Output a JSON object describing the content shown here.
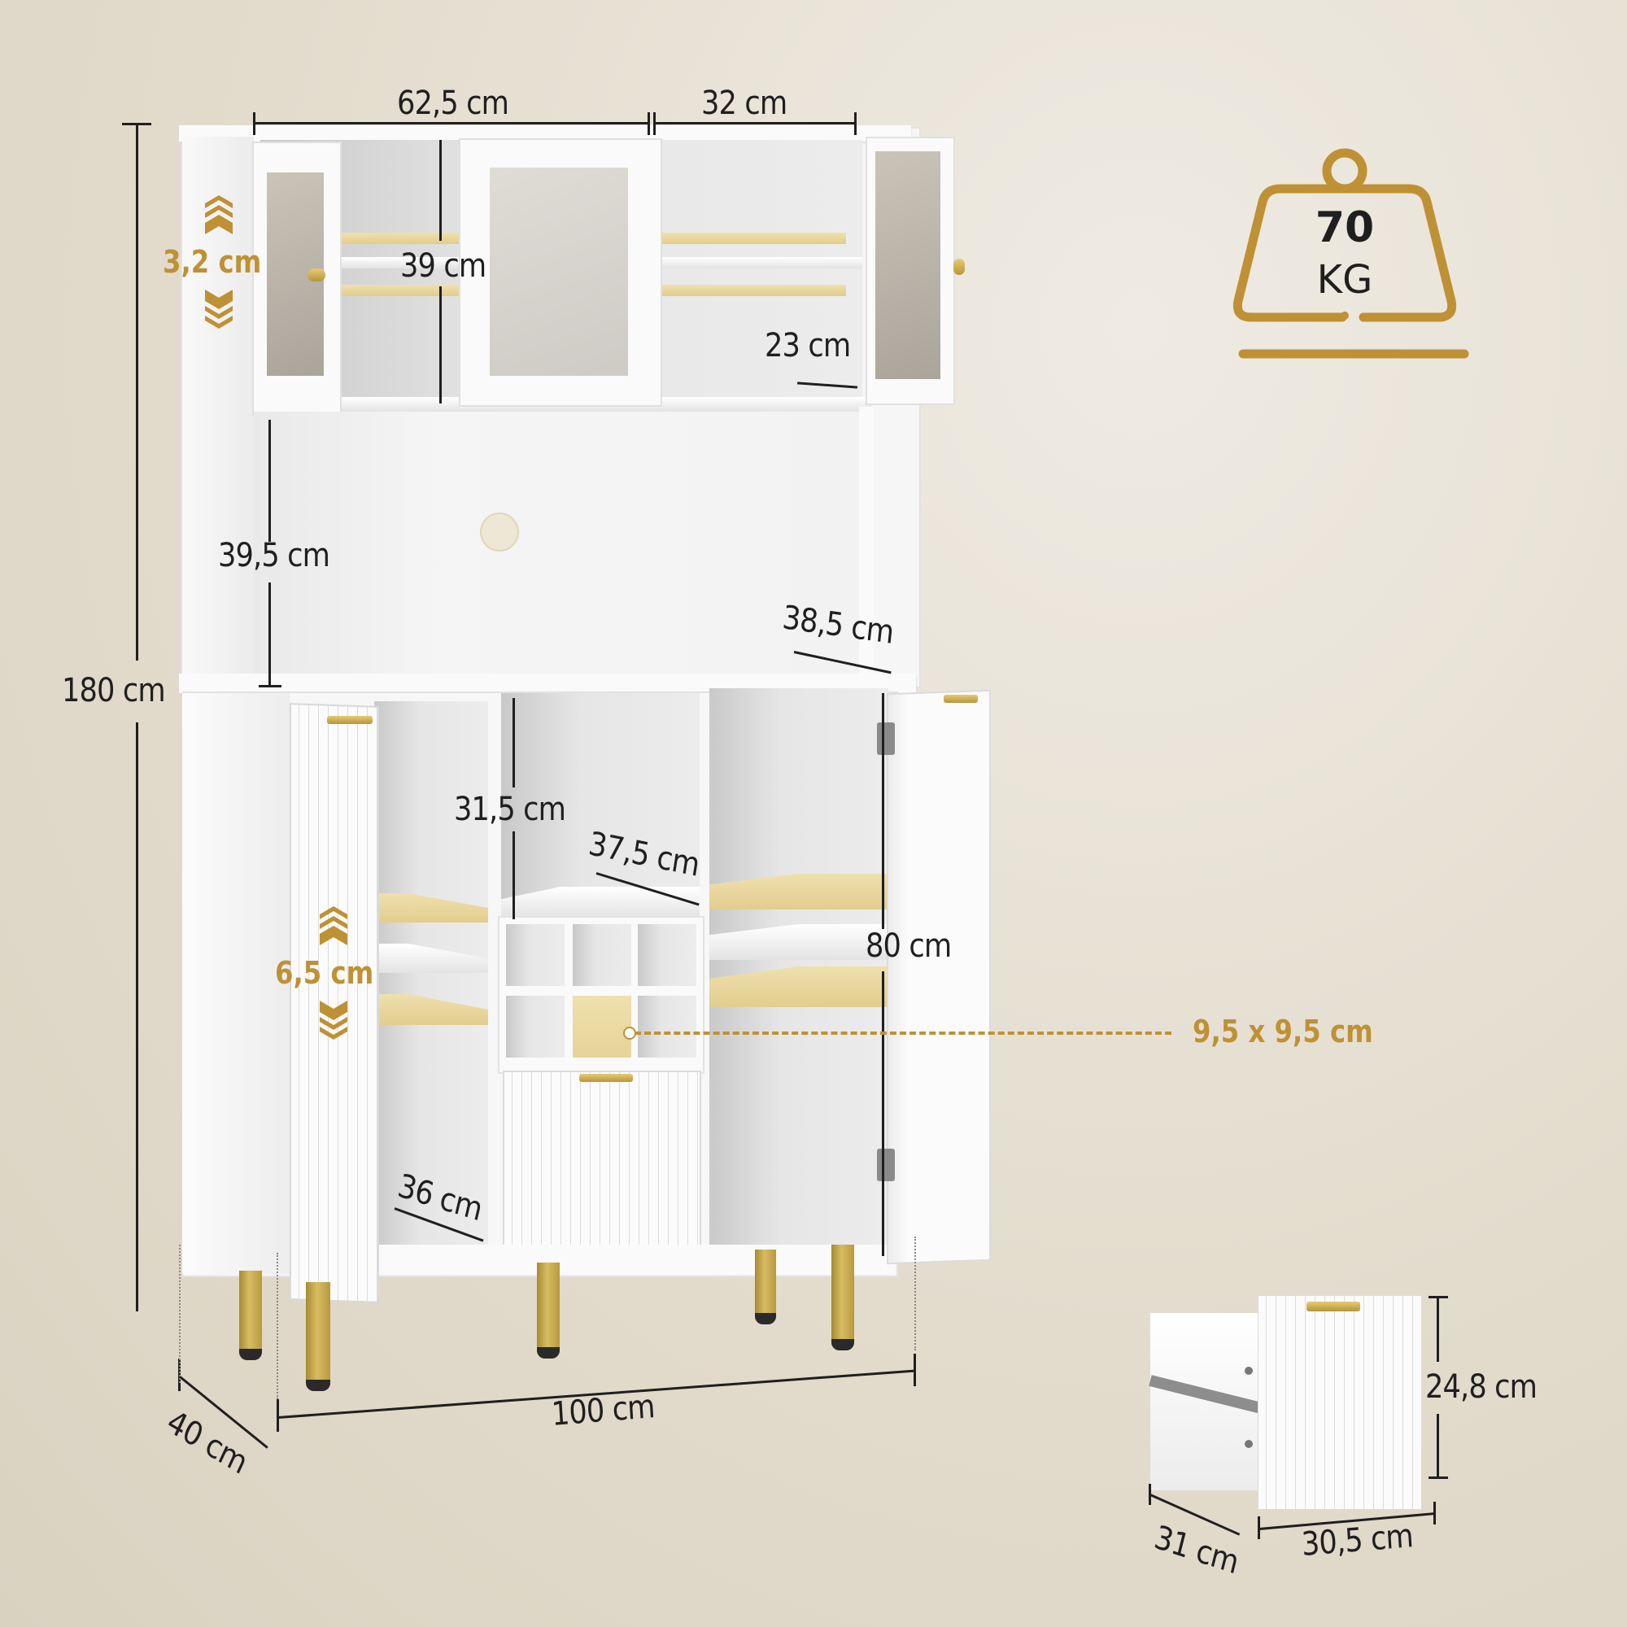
{
  "product": {
    "type": "kitchen pantry cabinet with hutch",
    "color": "#fafafa",
    "accent_color": "#bf9135",
    "background_color": "#e3dccd"
  },
  "dimensions": {
    "top_left_section_width": "62,5 cm",
    "top_right_section_width": "32 cm",
    "upper_cabinet_height": "39 cm",
    "upper_shelf_adjust": "3,2 cm",
    "upper_depth": "23 cm",
    "open_shelf_height": "39,5 cm",
    "open_shelf_depth": "38,5 cm",
    "total_height": "180 cm",
    "center_compartment_height": "31,5 cm",
    "center_compartment_depth": "37,5 cm",
    "lower_shelf_adjust": "6,5 cm",
    "lower_cabinet_height": "80 cm",
    "wine_cube_size": "9,5 x 9,5 cm",
    "lower_inner_depth": "36 cm",
    "total_depth": "40 cm",
    "total_width": "100 cm"
  },
  "drawer": {
    "height": "24,8 cm",
    "depth": "31 cm",
    "width": "30,5 cm"
  },
  "load_badge": {
    "value": "70",
    "unit": "KG",
    "icon": "weight-icon"
  }
}
